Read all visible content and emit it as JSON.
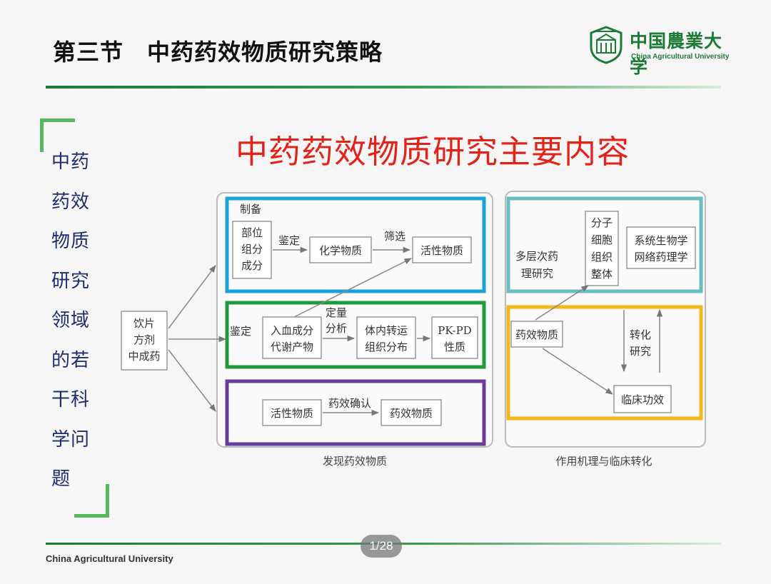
{
  "header": {
    "title": "第三节　中药药效物质研究策略"
  },
  "logo": {
    "cn_name": "中国農業大学",
    "en_name": "China Agricultural University"
  },
  "sidebar": {
    "lines": [
      "中药",
      "药效",
      "物质",
      "研究",
      "领域",
      "的若",
      "干科",
      "学问",
      "题"
    ]
  },
  "main_title": "中药药效物质研究主要内容",
  "diagram": {
    "start_node": [
      "饮片",
      "方剂",
      "中成药"
    ],
    "left_panel": {
      "caption": "发现药效物质",
      "top": {
        "label_prep": "制备",
        "node_parts": [
          "部位",
          "组分",
          "成分"
        ],
        "label_identify": "鉴定",
        "node_chem": "化学物质",
        "label_screen": "筛选",
        "node_active": "活性物质"
      },
      "middle": {
        "label_identify": "鉴定",
        "node_blood": [
          "入血成分",
          "代谢产物"
        ],
        "label_quant": [
          "定量",
          "分析"
        ],
        "node_transport": [
          "体内转运",
          "组织分布"
        ],
        "node_pkpd": [
          "PK-PD",
          "性质"
        ]
      },
      "bottom": {
        "node_active": "活性物质",
        "label_confirm": "药效确认",
        "node_effect": "药效物质"
      }
    },
    "right_panel": {
      "caption": "作用机理与临床转化",
      "top": {
        "node_multi": [
          "多层次药",
          "理研究"
        ],
        "node_levels": [
          "分子",
          "细胞",
          "组织",
          "整体"
        ],
        "node_systems": [
          "系统生物学",
          "网络药理学"
        ]
      },
      "bottom": {
        "node_effect": "药效物质",
        "label_translate": [
          "转化",
          "研究"
        ],
        "node_clinical": "临床功效"
      }
    },
    "colors": {
      "blue": "#1aa3d9",
      "green": "#1f9a3a",
      "purple": "#6a3a9a",
      "teal": "#6cbdbe",
      "yellow": "#f2b81c"
    }
  },
  "footer": {
    "text": "China Agricultural University",
    "page": "1/28"
  }
}
